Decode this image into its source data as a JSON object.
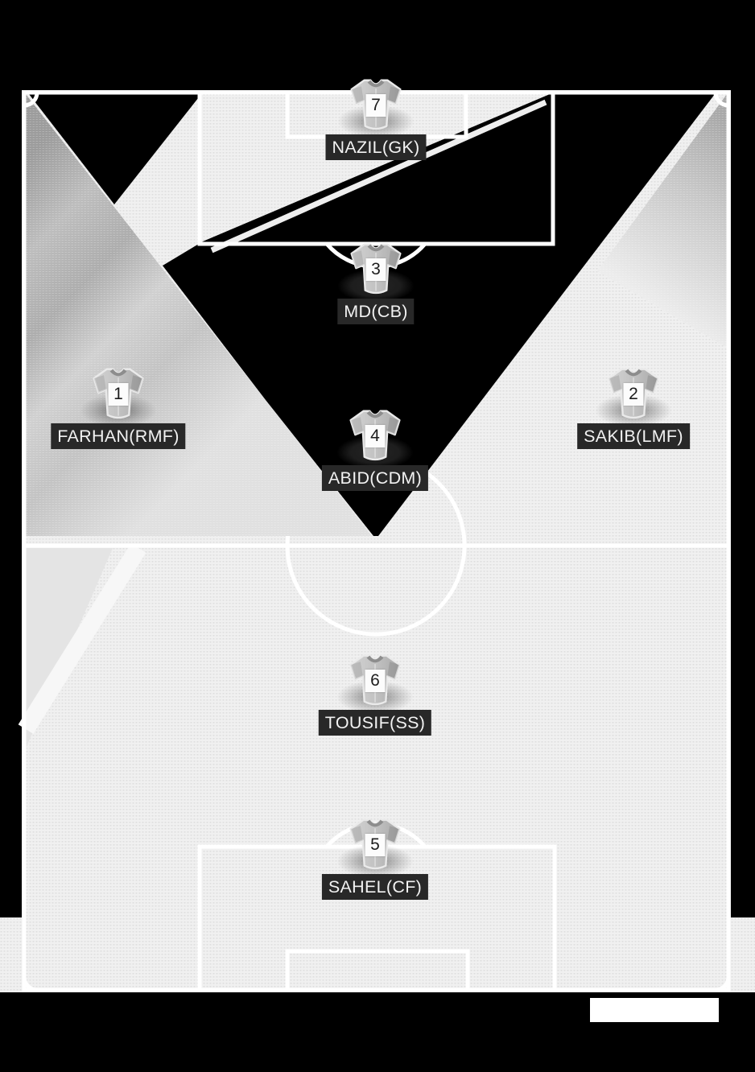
{
  "app": {
    "background_color": "#000000",
    "pitch_color": "#f0f0f0",
    "line_color": "#ffffff",
    "overlay_black": "#000000",
    "label_bg_color": "#282828",
    "label_text_color": "#f2f2f2",
    "jersey_color": "#bdbdbd"
  },
  "formation": {
    "players": [
      {
        "number": "7",
        "name": "NAZIL",
        "position": "GK",
        "label": "NAZIL(GK)"
      },
      {
        "number": "3",
        "name": "MD",
        "position": "CB",
        "label": "MD(CB)"
      },
      {
        "number": "1",
        "name": "FARHAN",
        "position": "RMF",
        "label": "FARHAN(RMF)"
      },
      {
        "number": "2",
        "name": "SAKIB",
        "position": "LMF",
        "label": "SAKIB(LMF)"
      },
      {
        "number": "4",
        "name": "ABID",
        "position": "CDM",
        "label": "ABID(CDM)"
      },
      {
        "number": "6",
        "name": "TOUSIF",
        "position": "SS",
        "label": "TOUSIF(SS)"
      },
      {
        "number": "5",
        "name": "SAHEL",
        "position": "CF",
        "label": "SAHEL(CF)"
      }
    ]
  },
  "footer": {
    "watermark_text": ""
  }
}
